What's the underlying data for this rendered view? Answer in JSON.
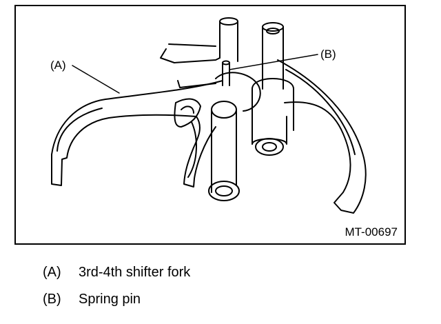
{
  "figure": {
    "code": "MT-00697",
    "callouts": {
      "a": "(A)",
      "b": "(B)"
    }
  },
  "legend": [
    {
      "key": "(A)",
      "text": "3rd-4th shifter fork"
    },
    {
      "key": "(B)",
      "text": "Spring pin"
    }
  ]
}
